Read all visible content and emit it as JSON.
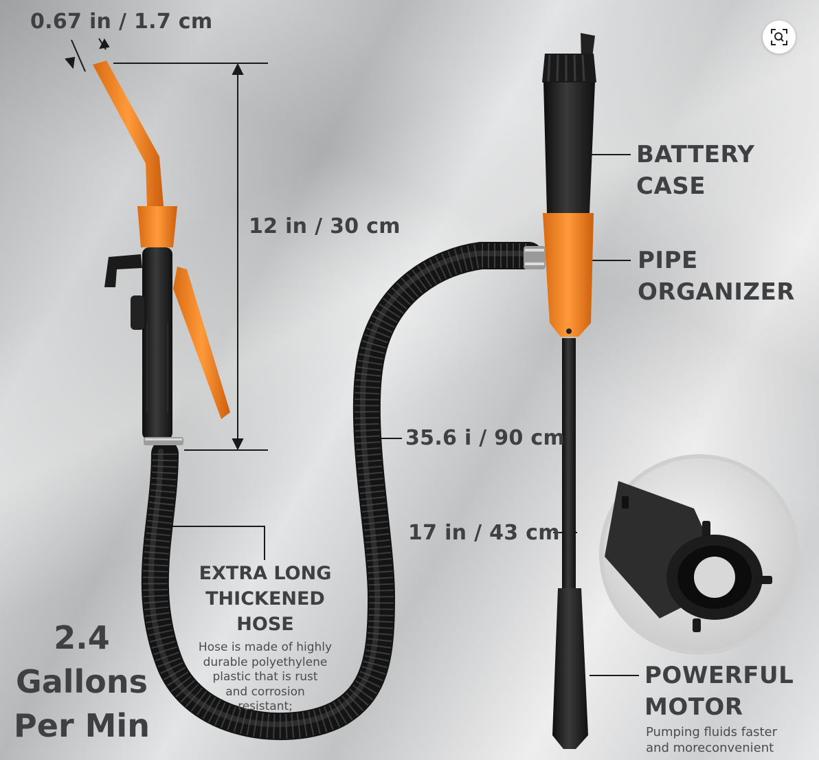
{
  "product_image": {
    "accent_color": "#f5821f",
    "body_color": "#1e1e1e",
    "dimensions": {
      "nozzle_diameter": "0.67 in / 1.7 cm",
      "nozzle_length": "12 in / 30 cm",
      "hose_length": "35.6 i / 90 cm",
      "pipe_length": "17 in / 43 cm"
    },
    "callouts": {
      "battery_case": [
        "BATTERY",
        "CASE"
      ],
      "pipe_organizer": [
        "PIPE",
        "ORGANIZER"
      ],
      "hose": {
        "title": [
          "EXTRA LONG",
          "THICKENED",
          "HOSE"
        ],
        "description": [
          "Hose is made of highly",
          "durable polyethylene",
          "plastic that is rust",
          "and corrosion",
          "resistant;"
        ]
      },
      "motor": {
        "title": [
          "POWERFUL",
          "MOTOR"
        ],
        "description": [
          "Pumping fluids faster",
          "and moreconvenient"
        ]
      }
    },
    "flow_rate": [
      "2.4",
      "Gallons",
      "Per Min"
    ]
  },
  "controls": {
    "zoom_icon": "visual-search-icon"
  }
}
